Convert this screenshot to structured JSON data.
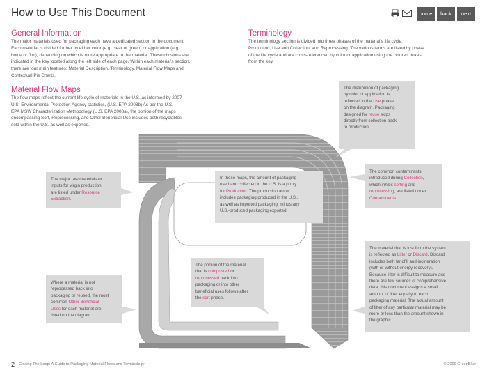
{
  "page": {
    "title": "How to Use This Document",
    "nav": {
      "home": "home",
      "back": "back",
      "next": "next"
    },
    "icons": {
      "print": "print-icon",
      "email": "email-icon"
    },
    "accent_color": "#d63a7e"
  },
  "general_info": {
    "heading": "General Information",
    "lines": [
      "The major materials used for packaging each have a dedicated section in the document.",
      "Each material is divided further by either color (e.g. clear or green) or application (e.g.",
      "bottle or film), depending on which is more appropriate to the material. These divisions are",
      "indicated in the key located along the left side of each page. Within each material's section,",
      "there are four main features: Material Description, Terminology, Material Flow Maps and",
      "Contextual Pie Charts."
    ]
  },
  "terminology": {
    "heading": "Terminology",
    "lines": [
      "The terminology section is divided into three phases of the material's life cycle:",
      "Production, Use and Collection, and Reprocessing. The various terms are listed by phase",
      "of the life cycle and are cross-referenced by color or application using the colored boxes",
      "from the key."
    ]
  },
  "material_flow_maps": {
    "heading": "Material Flow Maps",
    "lines": [
      "The flow maps reflect the current life cycle of materials in the U.S. as informed by 2007",
      "U.S. Environmental Protection Agency statistics, (U.S. EPA 2008b) As per the U.S.",
      "EPA MSW Characterization Methodology (U.S. EPA 2008a), the portion of the maps",
      "encompassing Sort, Reprocessing, and Other Beneficial Use includes both recyclables",
      "sold within the U.S. as well as exported."
    ]
  },
  "callouts": {
    "distribution": {
      "l1": "The distribution of packaging",
      "l2": "by color or application is",
      "l3a": "reflected in the ",
      "l3b": "Use",
      "l3c": " phase",
      "l4": "on the diagram. Packaging",
      "l5a": "designed for ",
      "l5b": "reuse",
      "l5c": " skips",
      "l6": "directly from collection back",
      "l7": "to production"
    },
    "raw": {
      "l1": "The major raw materials or",
      "l2": "inputs for virgin production",
      "l3a": "are listed under ",
      "l3b": "Resource",
      "l4a": "Extraction",
      "l4b": "."
    },
    "amount": {
      "l1": "In these maps, the amount of packaging",
      "l2": "used and collected in the U.S. is a proxy",
      "l3a": "for ",
      "l3b": "Production",
      "l3c": ". The production arrow",
      "l4": "includes packaging produced in the U.S.,",
      "l5": "as well as imported packaging, minus any",
      "l6": "U.S.-produced packaging exported."
    },
    "contaminants": {
      "l1": "The common contaminants",
      "l2a": "introduced during ",
      "l2b": "Collection",
      "l2c": ",",
      "l3a": "which inhibit ",
      "l3b": "sorting",
      "l3c": " and",
      "l4a": "",
      "l4b": "reprocessing",
      "l4c": ", are listed under",
      "l5a": "Contaminants",
      "l5b": "."
    },
    "litter": {
      "l1": "The material that is lost from the system",
      "l2a": "is reflected as ",
      "l2b": "Litter",
      "l2c": " or ",
      "l2d": "Discard",
      "l2e": ". Discard",
      "l3": "includes both landfill and incineration",
      "l4": "(with or without energy recovery).",
      "l5": "Because litter is difficult to measure and",
      "l6": "there are few sources of comprehensive",
      "l7": "data, this document assigns a small",
      "l8": "amount of litter equally to each",
      "l9": "packaging material. The actual amount",
      "l10": "of litter of any particular material may be",
      "l11": "more or less than the amount shown in",
      "l12": "the graphic."
    },
    "portion": {
      "l1": "The portion of the material",
      "l2a": "that is ",
      "l2b": "composted",
      "l2c": " or",
      "l3a": "",
      "l3b": "reprocessed",
      "l3c": " back into",
      "l4": "packaging or into other",
      "l5": "beneficial uses follows after",
      "l6a": "the ",
      "l6b": "sort",
      "l6c": " phase."
    },
    "not_reprocessed": {
      "l1": "Where a material is not",
      "l2": "reprocessed back into",
      "l3": "packaging or reused, the most",
      "l4a": "common ",
      "l4b": "Other Beneficial",
      "l5a": "Uses",
      "l5b": " for each material are",
      "l6": "listed on the diagram."
    }
  },
  "footer": {
    "page_number": "2",
    "doc_title": "Closing The Loop: A Guide to Packaging Material Flows and Terminology",
    "copyright": "© 2009 GreenBlue"
  }
}
